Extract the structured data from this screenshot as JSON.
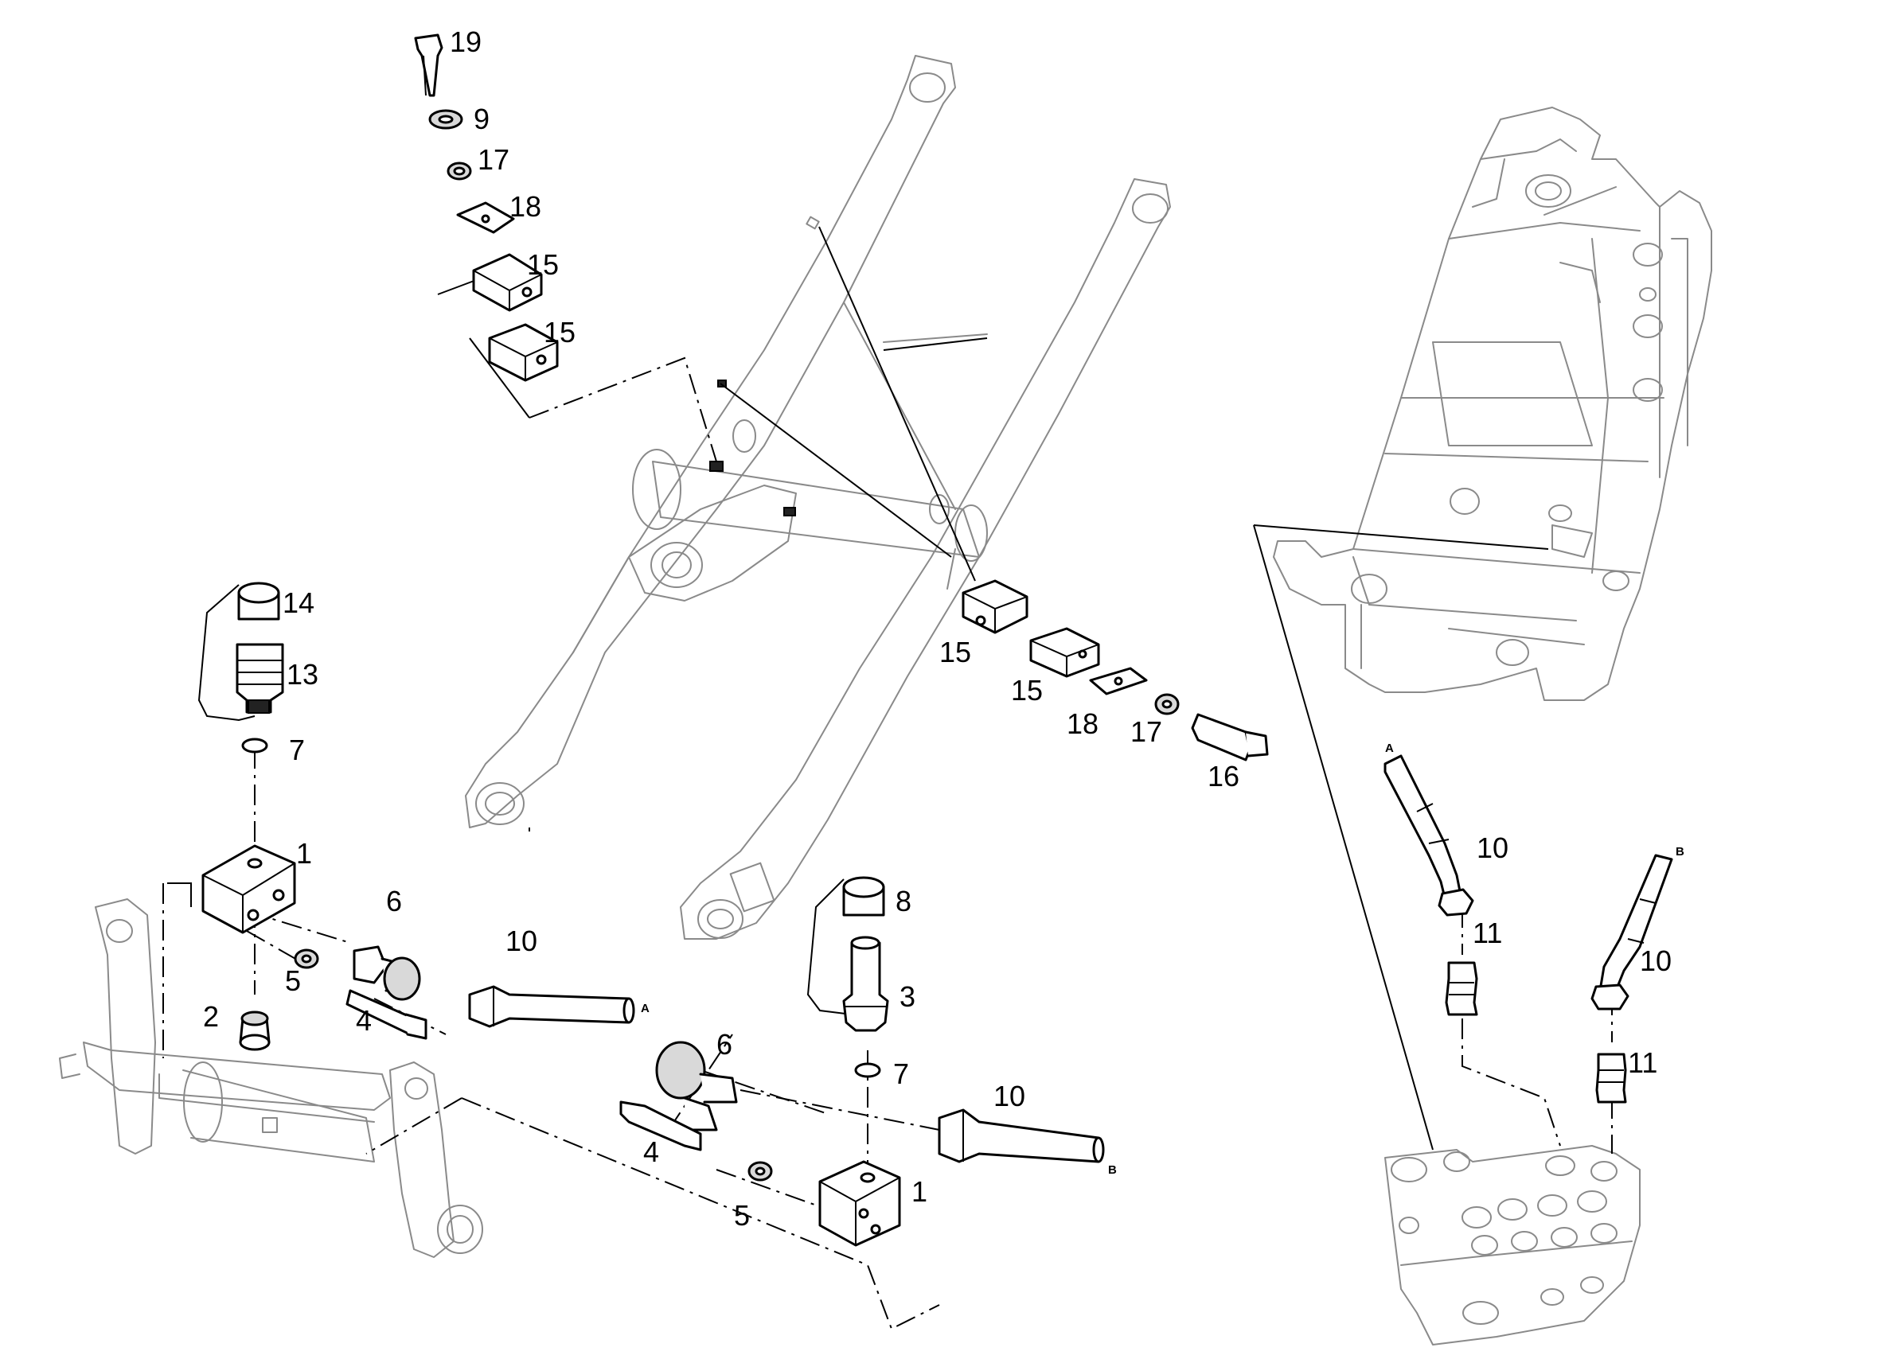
{
  "callouts": [
    {
      "id": "c19",
      "text": "19"
    },
    {
      "id": "c9",
      "text": "9"
    },
    {
      "id": "c17a",
      "text": "17"
    },
    {
      "id": "c18a",
      "text": "18"
    },
    {
      "id": "c15a",
      "text": "15"
    },
    {
      "id": "c15b",
      "text": "15"
    },
    {
      "id": "c14",
      "text": "14"
    },
    {
      "id": "c13",
      "text": "13"
    },
    {
      "id": "c7a",
      "text": "7"
    },
    {
      "id": "c1a",
      "text": "1"
    },
    {
      "id": "c6a",
      "text": "6"
    },
    {
      "id": "c5a",
      "text": "5"
    },
    {
      "id": "c4a",
      "text": "4"
    },
    {
      "id": "c2",
      "text": "2"
    },
    {
      "id": "c10a",
      "text": "10"
    },
    {
      "id": "c15c",
      "text": "15"
    },
    {
      "id": "c15d",
      "text": "15"
    },
    {
      "id": "c18b",
      "text": "18"
    },
    {
      "id": "c17b",
      "text": "17"
    },
    {
      "id": "c16",
      "text": "16"
    },
    {
      "id": "c8",
      "text": "8"
    },
    {
      "id": "c3",
      "text": "3"
    },
    {
      "id": "c6b",
      "text": "6"
    },
    {
      "id": "c7b",
      "text": "7"
    },
    {
      "id": "c10b",
      "text": "10"
    },
    {
      "id": "c4b",
      "text": "4"
    },
    {
      "id": "c5b",
      "text": "5"
    },
    {
      "id": "c1b",
      "text": "1"
    },
    {
      "id": "c10c",
      "text": "10"
    },
    {
      "id": "c11a",
      "text": "11"
    },
    {
      "id": "c10d",
      "text": "10"
    },
    {
      "id": "c11b",
      "text": "11"
    }
  ],
  "port_letters": {
    "hose_a": "A",
    "hose_b": "B",
    "right_a": "A",
    "right_b": "B"
  }
}
